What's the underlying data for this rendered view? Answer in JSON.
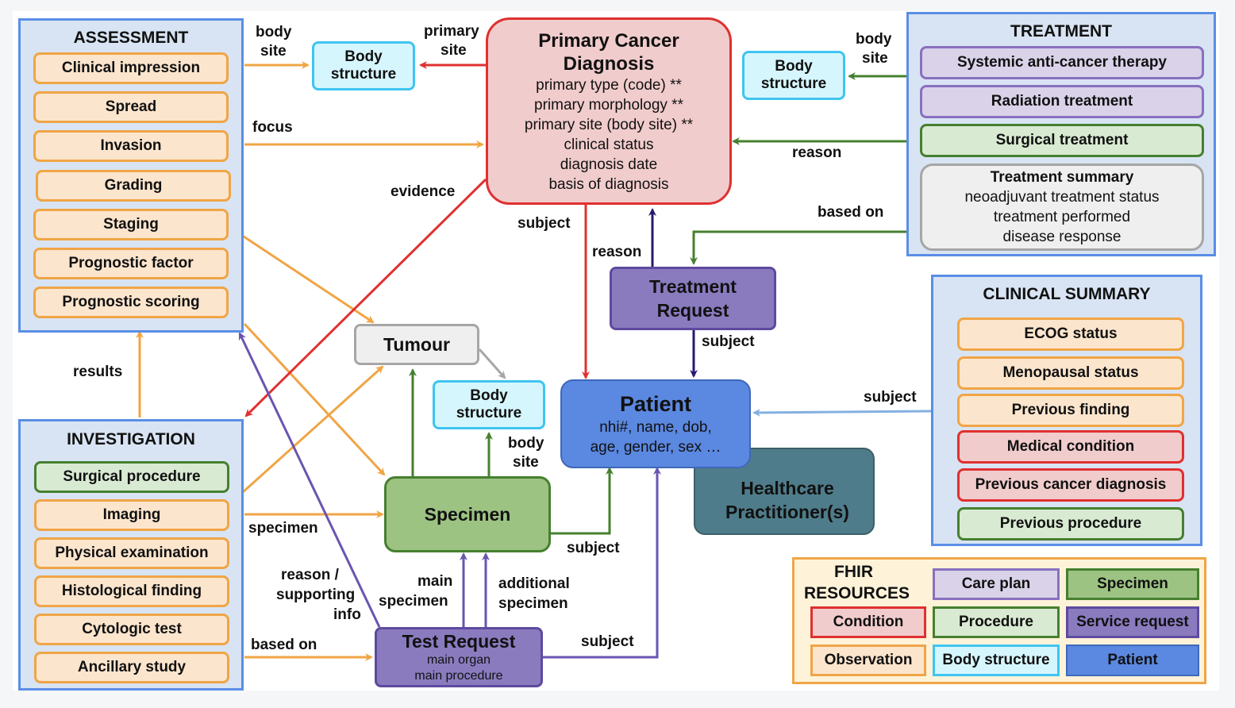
{
  "assessment": {
    "title": "ASSESSMENT",
    "items": [
      "Clinical impression",
      "Spread",
      "Invasion",
      "Grading",
      "Staging",
      "Prognostic factor",
      "Prognostic scoring"
    ]
  },
  "investigation": {
    "title": "INVESTIGATION",
    "items": [
      "Surgical procedure",
      "Imaging",
      "Physical examination",
      "Histological finding",
      "Cytologic test",
      "Ancillary study"
    ]
  },
  "treatment": {
    "title": "TREATMENT",
    "items": [
      "Systemic anti-cancer therapy",
      "Radiation treatment",
      "Surgical treatment"
    ],
    "summary_title": "Treatment summary",
    "summary_lines": [
      "neoadjuvant treatment status",
      "treatment performed",
      "disease response"
    ]
  },
  "clinical_summary": {
    "title": "CLINICAL SUMMARY",
    "items": [
      "ECOG status",
      "Menopausal status",
      "Previous finding",
      "Medical condition",
      "Previous cancer diagnosis",
      "Previous  procedure"
    ]
  },
  "diagnosis": {
    "title_line1": "Primary Cancer",
    "title_line2": "Diagnosis",
    "lines": [
      "primary type (code) **",
      "primary morphology **",
      "primary site (body site)  **",
      "clinical status",
      "diagnosis date",
      "basis of diagnosis"
    ]
  },
  "body_structure_label": {
    "line1": "Body",
    "line2": "structure"
  },
  "tumour": "Tumour",
  "patient": {
    "title": "Patient",
    "line1": "nhi#, name, dob,",
    "line2": "age, gender, sex …"
  },
  "practitioner": {
    "line1": "Healthcare",
    "line2": "Practitioner(s)"
  },
  "treatment_request": {
    "line1": "Treatment",
    "line2": "Request"
  },
  "specimen": "Specimen",
  "test_request": {
    "title": "Test  Request",
    "line1": "main organ",
    "line2": "main procedure"
  },
  "labels": {
    "body_site_1a": "body",
    "body_site_1b": "site",
    "primary_site_a": "primary",
    "primary_site_b": "site",
    "focus": "focus",
    "evidence": "evidence",
    "body_site_2a": "body",
    "body_site_2b": "site",
    "reason_tx": "reason",
    "based_on_tx": "based on",
    "subject_dx": "subject",
    "reason_req": "reason",
    "subject_tr": "subject",
    "subject_cs": "subject",
    "results": "results",
    "body_site_3a": "body",
    "body_site_3b": "site",
    "specimen_lbl": "specimen",
    "subject_sp": "subject",
    "reason_sup_a": "reason /",
    "reason_sup_b": "supporting",
    "reason_sup_c": "info",
    "main_spec_a": "main",
    "main_spec_b": "specimen",
    "add_spec_a": "additional",
    "add_spec_b": "specimen",
    "subject_test": "subject",
    "based_on_inv": "based on"
  },
  "legend": {
    "title_line1": "FHIR",
    "title_line2": "RESOURCES",
    "items": [
      "Care plan",
      "Specimen",
      "Condition",
      "Procedure",
      "Service request",
      "Observation",
      "Body structure",
      "Patient"
    ]
  },
  "colors": {
    "observation": "#f0a546",
    "procedure": "#46802f",
    "condition": "#e03030",
    "care_plan": "#8870bf",
    "service_request": "#8a7bbf",
    "body_structure": "#3fc4f2",
    "patient": "#5b88e0",
    "practitioner": "#4f7c8a",
    "specimen": "#9dc383",
    "tumour_gray": "#a6a6a6"
  }
}
